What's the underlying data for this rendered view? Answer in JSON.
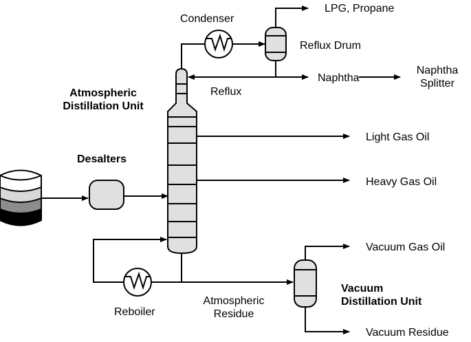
{
  "labels": {
    "condenser": "Condenser",
    "lpg": "LPG, Propane",
    "reflux_drum": "Reflux Drum",
    "naphtha": "Naphtha",
    "naphtha_splitter_1": "Naphtha",
    "naphtha_splitter_2": "Splitter",
    "reflux": "Reflux",
    "adu_1": "Atmospheric",
    "adu_2": "Distillation Unit",
    "desalters": "Desalters",
    "light_gas_oil": "Light Gas Oil",
    "heavy_gas_oil": "Heavy Gas Oil",
    "vacuum_gas_oil": "Vacuum Gas Oil",
    "vdu_1": "Vacuum",
    "vdu_2": "Distillation Unit",
    "reboiler": "Reboiler",
    "atm_residue_1": "Atmospheric",
    "atm_residue_2": "Residue",
    "vacuum_residue": "Vacuum Residue"
  },
  "colors": {
    "vessel_fill": "#e0e0e0",
    "line": "#000000",
    "barrel_top": "#ffffff",
    "barrel_band_1": "#d9d9d9",
    "barrel_band_2": "#8c8c8c",
    "barrel_bottom": "#000000"
  },
  "icons": [
    "crude-oil-barrel-icon",
    "desalter-vessel",
    "condenser-exchanger-icon",
    "reboiler-exchanger-icon",
    "reflux-drum-vessel",
    "atmospheric-column",
    "vacuum-column"
  ]
}
